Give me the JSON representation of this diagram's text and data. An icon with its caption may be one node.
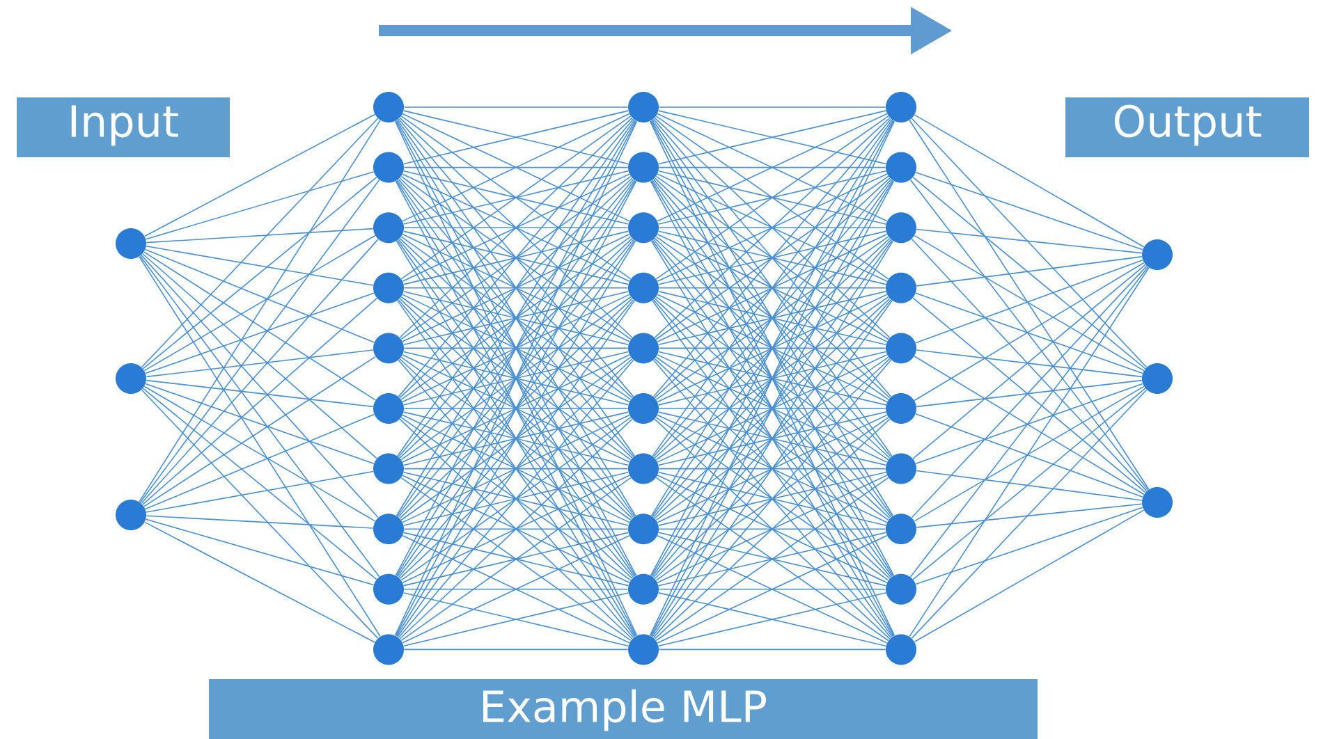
{
  "diagram": {
    "nodes": [
      {
        "text": [
          "Input"
        ]
      },
      {
        "text": [
          "Output"
        ]
      },
      {
        "text": [],
        "shape": "circle"
      },
      {
        "text": [],
        "shape": "circle"
      },
      {
        "text": [],
        "shape": "circle"
      },
      {
        "text": [],
        "shape": "circle"
      },
      {
        "text": [],
        "shape": "circle"
      },
      {
        "text": [],
        "shape": "circle"
      },
      {
        "text": [],
        "shape": "circle"
      },
      {
        "text": [],
        "shape": "circle"
      },
      {
        "text": [],
        "shape": "circle"
      },
      {
        "text": [],
        "shape": "circle"
      },
      {
        "text": [],
        "shape": "circle"
      },
      {
        "text": [],
        "shape": "circle"
      },
      {
        "text": [],
        "shape": "circle"
      },
      {
        "text": [],
        "shape": "circle"
      },
      {
        "text": [],
        "shape": "circle"
      },
      {
        "text": [],
        "shape": "circle"
      },
      {
        "text": [],
        "shape": "circle"
      },
      {
        "text": [],
        "shape": "circle"
      },
      {
        "text": [],
        "shape": "circle"
      },
      {
        "text": [],
        "shape": "circle"
      },
      {
        "text": [],
        "shape": "circle"
      },
      {
        "text": [],
        "shape": "circle"
      },
      {
        "text": [],
        "shape": "circle"
      },
      {
        "text": [],
        "shape": "circle"
      },
      {
        "text": [],
        "shape": "circle"
      },
      {
        "text": [],
        "shape": "circle"
      },
      {
        "text": [],
        "shape": "circle"
      },
      {
        "text": [],
        "shape": "circle"
      },
      {
        "text": [],
        "shape": "circle"
      },
      {
        "text": [],
        "shape": "circle"
      },
      {
        "text": [],
        "shape": "circle"
      },
      {
        "text": [],
        "shape": "circle"
      },
      {
        "text": [],
        "shape": "circle"
      },
      {
        "text": [],
        "shape": "circle"
      },
      {
        "text": [],
        "shape": "circle"
      },
      {
        "text": [],
        "shape": "circle"
      },
      {
        "text": [
          "Example MLP"
        ]
      }
    ],
    "edges": [
      {
        "from": 2,
        "to": 5,
        "arrow": "none"
      },
      {
        "from": 2,
        "to": 6,
        "arrow": "none"
      },
      {
        "from": 2,
        "to": 7,
        "arrow": "none"
      },
      {
        "from": 2,
        "to": 8,
        "arrow": "none"
      },
      {
        "from": 2,
        "to": 9,
        "arrow": "none"
      },
      {
        "from": 2,
        "to": 10,
        "arrow": "none"
      },
      {
        "from": 2,
        "to": 11,
        "arrow": "none"
      },
      {
        "from": 2,
        "to": 12,
        "arrow": "none"
      },
      {
        "from": 2,
        "to": 13,
        "arrow": "none"
      },
      {
        "from": 2,
        "to": 14,
        "arrow": "none"
      },
      {
        "from": 3,
        "to": 5,
        "arrow": "none"
      },
      {
        "from": 3,
        "to": 6,
        "arrow": "none"
      },
      {
        "from": 3,
        "to": 7,
        "arrow": "none"
      },
      {
        "from": 3,
        "to": 8,
        "arrow": "none"
      },
      {
        "from": 3,
        "to": 9,
        "arrow": "none"
      },
      {
        "from": 3,
        "to": 10,
        "arrow": "none"
      },
      {
        "from": 3,
        "to": 11,
        "arrow": "none"
      },
      {
        "from": 3,
        "to": 12,
        "arrow": "none"
      },
      {
        "from": 3,
        "to": 13,
        "arrow": "none"
      },
      {
        "from": 3,
        "to": 14,
        "arrow": "none"
      },
      {
        "from": 4,
        "to": 5,
        "arrow": "none"
      },
      {
        "from": 4,
        "to": 6,
        "arrow": "none"
      },
      {
        "from": 4,
        "to": 7,
        "arrow": "none"
      },
      {
        "from": 4,
        "to": 8,
        "arrow": "none"
      },
      {
        "from": 4,
        "to": 9,
        "arrow": "none"
      },
      {
        "from": 4,
        "to": 10,
        "arrow": "none"
      },
      {
        "from": 4,
        "to": 11,
        "arrow": "none"
      },
      {
        "from": 4,
        "to": 12,
        "arrow": "none"
      },
      {
        "from": 4,
        "to": 13,
        "arrow": "none"
      },
      {
        "from": 4,
        "to": 14,
        "arrow": "none"
      },
      {
        "from": 5,
        "to": 15,
        "arrow": "none"
      },
      {
        "from": 5,
        "to": 16,
        "arrow": "none"
      },
      {
        "from": 5,
        "to": 17,
        "arrow": "none"
      },
      {
        "from": 5,
        "to": 18,
        "arrow": "none"
      },
      {
        "from": 5,
        "to": 19,
        "arrow": "none"
      },
      {
        "from": 5,
        "to": 20,
        "arrow": "none"
      },
      {
        "from": 5,
        "to": 21,
        "arrow": "none"
      },
      {
        "from": 5,
        "to": 22,
        "arrow": "none"
      },
      {
        "from": 5,
        "to": 23,
        "arrow": "none"
      },
      {
        "from": 5,
        "to": 24,
        "arrow": "none"
      },
      {
        "from": 6,
        "to": 15,
        "arrow": "none"
      },
      {
        "from": 6,
        "to": 16,
        "arrow": "none"
      },
      {
        "from": 6,
        "to": 17,
        "arrow": "none"
      },
      {
        "from": 6,
        "to": 18,
        "arrow": "none"
      },
      {
        "from": 6,
        "to": 19,
        "arrow": "none"
      },
      {
        "from": 6,
        "to": 20,
        "arrow": "none"
      },
      {
        "from": 6,
        "to": 21,
        "arrow": "none"
      },
      {
        "from": 6,
        "to": 22,
        "arrow": "none"
      },
      {
        "from": 6,
        "to": 23,
        "arrow": "none"
      },
      {
        "from": 6,
        "to": 24,
        "arrow": "none"
      },
      {
        "from": 7,
        "to": 15,
        "arrow": "none"
      },
      {
        "from": 7,
        "to": 16,
        "arrow": "none"
      },
      {
        "from": 7,
        "to": 17,
        "arrow": "none"
      },
      {
        "from": 7,
        "to": 18,
        "arrow": "none"
      },
      {
        "from": 7,
        "to": 19,
        "arrow": "none"
      },
      {
        "from": 7,
        "to": 20,
        "arrow": "none"
      },
      {
        "from": 7,
        "to": 21,
        "arrow": "none"
      },
      {
        "from": 7,
        "to": 22,
        "arrow": "none"
      },
      {
        "from": 7,
        "to": 23,
        "arrow": "none"
      },
      {
        "from": 7,
        "to": 24,
        "arrow": "none"
      },
      {
        "from": 8,
        "to": 15,
        "arrow": "none"
      },
      {
        "from": 8,
        "to": 16,
        "arrow": "none"
      },
      {
        "from": 8,
        "to": 17,
        "arrow": "none"
      },
      {
        "from": 8,
        "to": 18,
        "arrow": "none"
      },
      {
        "from": 8,
        "to": 19,
        "arrow": "none"
      },
      {
        "from": 8,
        "to": 20,
        "arrow": "none"
      },
      {
        "from": 8,
        "to": 21,
        "arrow": "none"
      },
      {
        "from": 8,
        "to": 22,
        "arrow": "none"
      },
      {
        "from": 8,
        "to": 23,
        "arrow": "none"
      },
      {
        "from": 8,
        "to": 24,
        "arrow": "none"
      },
      {
        "from": 9,
        "to": 15,
        "arrow": "none"
      },
      {
        "from": 9,
        "to": 16,
        "arrow": "none"
      },
      {
        "from": 9,
        "to": 17,
        "arrow": "none"
      },
      {
        "from": 9,
        "to": 18,
        "arrow": "none"
      },
      {
        "from": 9,
        "to": 19,
        "arrow": "none"
      },
      {
        "from": 9,
        "to": 20,
        "arrow": "none"
      },
      {
        "from": 9,
        "to": 21,
        "arrow": "none"
      },
      {
        "from": 9,
        "to": 22,
        "arrow": "none"
      },
      {
        "from": 9,
        "to": 23,
        "arrow": "none"
      },
      {
        "from": 9,
        "to": 24,
        "arrow": "none"
      },
      {
        "from": 10,
        "to": 15,
        "arrow": "none"
      },
      {
        "from": 10,
        "to": 16,
        "arrow": "none"
      },
      {
        "from": 10,
        "to": 17,
        "arrow": "none"
      },
      {
        "from": 10,
        "to": 18,
        "arrow": "none"
      },
      {
        "from": 10,
        "to": 19,
        "arrow": "none"
      },
      {
        "from": 10,
        "to": 20,
        "arrow": "none"
      },
      {
        "from": 10,
        "to": 21,
        "arrow": "none"
      },
      {
        "from": 10,
        "to": 22,
        "arrow": "none"
      },
      {
        "from": 10,
        "to": 23,
        "arrow": "none"
      },
      {
        "from": 10,
        "to": 24,
        "arrow": "none"
      },
      {
        "from": 11,
        "to": 15,
        "arrow": "none"
      },
      {
        "from": 11,
        "to": 16,
        "arrow": "none"
      },
      {
        "from": 11,
        "to": 17,
        "arrow": "none"
      },
      {
        "from": 11,
        "to": 18,
        "arrow": "none"
      },
      {
        "from": 11,
        "to": 19,
        "arrow": "none"
      },
      {
        "from": 11,
        "to": 20,
        "arrow": "none"
      },
      {
        "from": 11,
        "to": 21,
        "arrow": "none"
      },
      {
        "from": 11,
        "to": 22,
        "arrow": "none"
      },
      {
        "from": 11,
        "to": 23,
        "arrow": "none"
      },
      {
        "from": 11,
        "to": 24,
        "arrow": "none"
      },
      {
        "from": 12,
        "to": 15,
        "arrow": "none"
      },
      {
        "from": 12,
        "to": 16,
        "arrow": "none"
      },
      {
        "from": 12,
        "to": 17,
        "arrow": "none"
      },
      {
        "from": 12,
        "to": 18,
        "arrow": "none"
      },
      {
        "from": 12,
        "to": 19,
        "arrow": "none"
      },
      {
        "from": 12,
        "to": 20,
        "arrow": "none"
      },
      {
        "from": 12,
        "to": 21,
        "arrow": "none"
      },
      {
        "from": 12,
        "to": 22,
        "arrow": "none"
      },
      {
        "from": 12,
        "to": 23,
        "arrow": "none"
      },
      {
        "from": 12,
        "to": 24,
        "arrow": "none"
      },
      {
        "from": 13,
        "to": 15,
        "arrow": "none"
      },
      {
        "from": 13,
        "to": 16,
        "arrow": "none"
      },
      {
        "from": 13,
        "to": 17,
        "arrow": "none"
      },
      {
        "from": 13,
        "to": 18,
        "arrow": "none"
      },
      {
        "from": 13,
        "to": 19,
        "arrow": "none"
      },
      {
        "from": 13,
        "to": 20,
        "arrow": "none"
      },
      {
        "from": 13,
        "to": 21,
        "arrow": "none"
      },
      {
        "from": 13,
        "to": 22,
        "arrow": "none"
      },
      {
        "from": 13,
        "to": 23,
        "arrow": "none"
      },
      {
        "from": 13,
        "to": 24,
        "arrow": "none"
      },
      {
        "from": 14,
        "to": 15,
        "arrow": "none"
      },
      {
        "from": 14,
        "to": 16,
        "arrow": "none"
      },
      {
        "from": 14,
        "to": 17,
        "arrow": "none"
      },
      {
        "from": 14,
        "to": 18,
        "arrow": "none"
      },
      {
        "from": 14,
        "to": 19,
        "arrow": "none"
      },
      {
        "from": 14,
        "to": 20,
        "arrow": "none"
      },
      {
        "from": 14,
        "to": 21,
        "arrow": "none"
      },
      {
        "from": 14,
        "to": 22,
        "arrow": "none"
      },
      {
        "from": 14,
        "to": 23,
        "arrow": "none"
      },
      {
        "from": 14,
        "to": 24,
        "arrow": "none"
      },
      {
        "from": 15,
        "to": 25,
        "arrow": "none"
      },
      {
        "from": 15,
        "to": 26,
        "arrow": "none"
      },
      {
        "from": 15,
        "to": 27,
        "arrow": "none"
      },
      {
        "from": 15,
        "to": 28,
        "arrow": "none"
      },
      {
        "from": 15,
        "to": 29,
        "arrow": "none"
      },
      {
        "from": 15,
        "to": 30,
        "arrow": "none"
      },
      {
        "from": 15,
        "to": 31,
        "arrow": "none"
      },
      {
        "from": 15,
        "to": 32,
        "arrow": "none"
      },
      {
        "from": 15,
        "to": 33,
        "arrow": "none"
      },
      {
        "from": 15,
        "to": 34,
        "arrow": "none"
      },
      {
        "from": 16,
        "to": 25,
        "arrow": "none"
      },
      {
        "from": 16,
        "to": 26,
        "arrow": "none"
      },
      {
        "from": 16,
        "to": 27,
        "arrow": "none"
      },
      {
        "from": 16,
        "to": 28,
        "arrow": "none"
      },
      {
        "from": 16,
        "to": 29,
        "arrow": "none"
      },
      {
        "from": 16,
        "to": 30,
        "arrow": "none"
      },
      {
        "from": 16,
        "to": 31,
        "arrow": "none"
      },
      {
        "from": 16,
        "to": 32,
        "arrow": "none"
      },
      {
        "from": 16,
        "to": 33,
        "arrow": "none"
      },
      {
        "from": 16,
        "to": 34,
        "arrow": "none"
      },
      {
        "from": 17,
        "to": 25,
        "arrow": "none"
      },
      {
        "from": 17,
        "to": 26,
        "arrow": "none"
      },
      {
        "from": 17,
        "to": 27,
        "arrow": "none"
      },
      {
        "from": 17,
        "to": 28,
        "arrow": "none"
      },
      {
        "from": 17,
        "to": 29,
        "arrow": "none"
      },
      {
        "from": 17,
        "to": 30,
        "arrow": "none"
      },
      {
        "from": 17,
        "to": 31,
        "arrow": "none"
      },
      {
        "from": 17,
        "to": 32,
        "arrow": "none"
      },
      {
        "from": 17,
        "to": 33,
        "arrow": "none"
      },
      {
        "from": 17,
        "to": 34,
        "arrow": "none"
      },
      {
        "from": 18,
        "to": 25,
        "arrow": "none"
      },
      {
        "from": 18,
        "to": 26,
        "arrow": "none"
      },
      {
        "from": 18,
        "to": 27,
        "arrow": "none"
      },
      {
        "from": 18,
        "to": 28,
        "arrow": "none"
      },
      {
        "from": 18,
        "to": 29,
        "arrow": "none"
      },
      {
        "from": 18,
        "to": 30,
        "arrow": "none"
      },
      {
        "from": 18,
        "to": 31,
        "arrow": "none"
      },
      {
        "from": 18,
        "to": 32,
        "arrow": "none"
      },
      {
        "from": 18,
        "to": 33,
        "arrow": "none"
      },
      {
        "from": 18,
        "to": 34,
        "arrow": "none"
      },
      {
        "from": 19,
        "to": 25,
        "arrow": "none"
      },
      {
        "from": 19,
        "to": 26,
        "arrow": "none"
      },
      {
        "from": 19,
        "to": 27,
        "arrow": "none"
      },
      {
        "from": 19,
        "to": 28,
        "arrow": "none"
      },
      {
        "from": 19,
        "to": 29,
        "arrow": "none"
      },
      {
        "from": 19,
        "to": 30,
        "arrow": "none"
      },
      {
        "from": 19,
        "to": 31,
        "arrow": "none"
      },
      {
        "from": 19,
        "to": 32,
        "arrow": "none"
      },
      {
        "from": 19,
        "to": 33,
        "arrow": "none"
      },
      {
        "from": 19,
        "to": 34,
        "arrow": "none"
      },
      {
        "from": 20,
        "to": 25,
        "arrow": "none"
      },
      {
        "from": 20,
        "to": 26,
        "arrow": "none"
      },
      {
        "from": 20,
        "to": 27,
        "arrow": "none"
      },
      {
        "from": 20,
        "to": 28,
        "arrow": "none"
      },
      {
        "from": 20,
        "to": 29,
        "arrow": "none"
      },
      {
        "from": 20,
        "to": 30,
        "arrow": "none"
      },
      {
        "from": 20,
        "to": 31,
        "arrow": "none"
      },
      {
        "from": 20,
        "to": 32,
        "arrow": "none"
      },
      {
        "from": 20,
        "to": 33,
        "arrow": "none"
      },
      {
        "from": 20,
        "to": 34,
        "arrow": "none"
      },
      {
        "from": 21,
        "to": 25,
        "arrow": "none"
      },
      {
        "from": 21,
        "to": 26,
        "arrow": "none"
      },
      {
        "from": 21,
        "to": 27,
        "arrow": "none"
      },
      {
        "from": 21,
        "to": 28,
        "arrow": "none"
      },
      {
        "from": 21,
        "to": 29,
        "arrow": "none"
      },
      {
        "from": 21,
        "to": 30,
        "arrow": "none"
      },
      {
        "from": 21,
        "to": 31,
        "arrow": "none"
      },
      {
        "from": 21,
        "to": 32,
        "arrow": "none"
      },
      {
        "from": 21,
        "to": 33,
        "arrow": "none"
      },
      {
        "from": 21,
        "to": 34,
        "arrow": "none"
      },
      {
        "from": 22,
        "to": 25,
        "arrow": "none"
      },
      {
        "from": 22,
        "to": 26,
        "arrow": "none"
      },
      {
        "from": 22,
        "to": 27,
        "arrow": "none"
      },
      {
        "from": 22,
        "to": 28,
        "arrow": "none"
      },
      {
        "from": 22,
        "to": 29,
        "arrow": "none"
      },
      {
        "from": 22,
        "to": 30,
        "arrow": "none"
      },
      {
        "from": 22,
        "to": 31,
        "arrow": "none"
      },
      {
        "from": 22,
        "to": 32,
        "arrow": "none"
      },
      {
        "from": 22,
        "to": 33,
        "arrow": "none"
      },
      {
        "from": 22,
        "to": 34,
        "arrow": "none"
      },
      {
        "from": 23,
        "to": 25,
        "arrow": "none"
      },
      {
        "from": 23,
        "to": 26,
        "arrow": "none"
      },
      {
        "from": 23,
        "to": 27,
        "arrow": "none"
      },
      {
        "from": 23,
        "to": 28,
        "arrow": "none"
      },
      {
        "from": 23,
        "to": 29,
        "arrow": "none"
      },
      {
        "from": 23,
        "to": 30,
        "arrow": "none"
      },
      {
        "from": 23,
        "to": 31,
        "arrow": "none"
      },
      {
        "from": 23,
        "to": 32,
        "arrow": "none"
      },
      {
        "from": 23,
        "to": 33,
        "arrow": "none"
      },
      {
        "from": 23,
        "to": 34,
        "arrow": "none"
      },
      {
        "from": 24,
        "to": 25,
        "arrow": "none"
      },
      {
        "from": 24,
        "to": 26,
        "arrow": "none"
      },
      {
        "from": 24,
        "to": 27,
        "arrow": "none"
      },
      {
        "from": 24,
        "to": 28,
        "arrow": "none"
      },
      {
        "from": 24,
        "to": 29,
        "arrow": "none"
      },
      {
        "from": 24,
        "to": 30,
        "arrow": "none"
      },
      {
        "from": 24,
        "to": 31,
        "arrow": "none"
      },
      {
        "from": 24,
        "to": 32,
        "arrow": "none"
      },
      {
        "from": 24,
        "to": 33,
        "arrow": "none"
      },
      {
        "from": 24,
        "to": 34,
        "arrow": "none"
      },
      {
        "from": 25,
        "to": 35,
        "arrow": "none"
      },
      {
        "from": 25,
        "to": 36,
        "arrow": "none"
      },
      {
        "from": 25,
        "to": 37,
        "arrow": "none"
      },
      {
        "from": 26,
        "to": 35,
        "arrow": "none"
      },
      {
        "from": 26,
        "to": 36,
        "arrow": "none"
      },
      {
        "from": 26,
        "to": 37,
        "arrow": "none"
      },
      {
        "from": 27,
        "to": 35,
        "arrow": "none"
      },
      {
        "from": 27,
        "to": 36,
        "arrow": "none"
      },
      {
        "from": 27,
        "to": 37,
        "arrow": "none"
      },
      {
        "from": 28,
        "to": 35,
        "arrow": "none"
      },
      {
        "from": 28,
        "to": 36,
        "arrow": "none"
      },
      {
        "from": 28,
        "to": 37,
        "arrow": "none"
      },
      {
        "from": 29,
        "to": 35,
        "arrow": "none"
      },
      {
        "from": 29,
        "to": 36,
        "arrow": "none"
      },
      {
        "from": 29,
        "to": 37,
        "arrow": "none"
      },
      {
        "from": 30,
        "to": 35,
        "arrow": "none"
      },
      {
        "from": 30,
        "to": 36,
        "arrow": "none"
      },
      {
        "from": 30,
        "to": 37,
        "arrow": "none"
      },
      {
        "from": 31,
        "to": 35,
        "arrow": "none"
      },
      {
        "from": 31,
        "to": 36,
        "arrow": "none"
      },
      {
        "from": 31,
        "to": 37,
        "arrow": "none"
      },
      {
        "from": 32,
        "to": 35,
        "arrow": "none"
      },
      {
        "from": 32,
        "to": 36,
        "arrow": "none"
      },
      {
        "from": 32,
        "to": 37,
        "arrow": "none"
      },
      {
        "from": 33,
        "to": 35,
        "arrow": "none"
      },
      {
        "from": 33,
        "to": 36,
        "arrow": "none"
      },
      {
        "from": 33,
        "to": 37,
        "arrow": "none"
      },
      {
        "from": 34,
        "to": 35,
        "arrow": "none"
      },
      {
        "from": 34,
        "to": 36,
        "arrow": "none"
      },
      {
        "from": 34,
        "to": 37,
        "arrow": "none"
      }
    ]
  }
}
